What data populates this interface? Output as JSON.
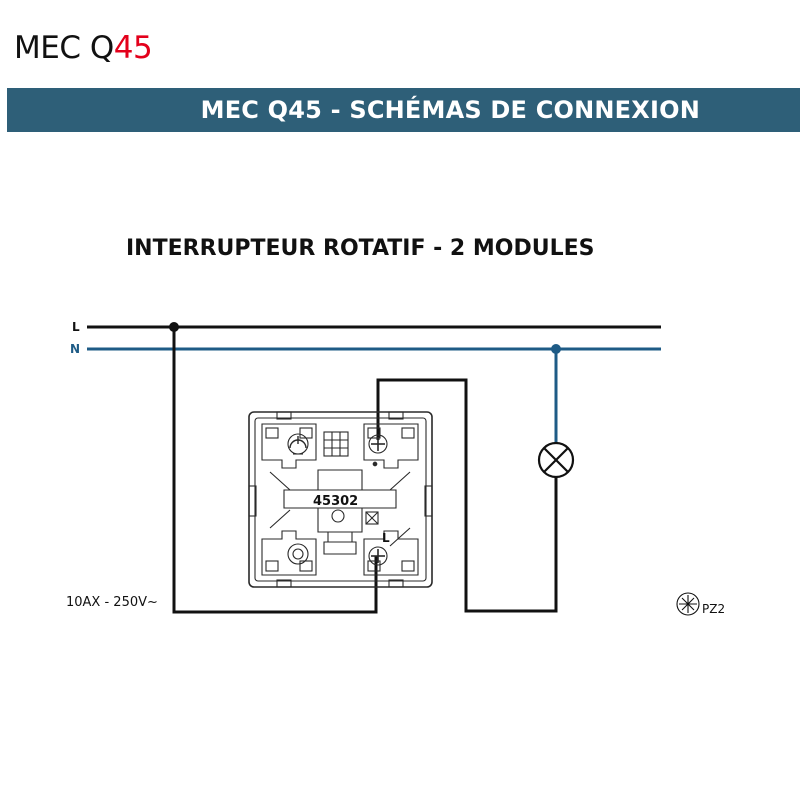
{
  "brand": {
    "prefix": "MEC Q",
    "accent": "45",
    "accent_color": "#e3001b"
  },
  "banner": {
    "title": "MEC Q45 - SCHÉMAS DE CONNEXION",
    "color": "#2e5f78"
  },
  "section_title": "INTERRUPTEUR ROTATIF - 2 MODULES",
  "diagram": {
    "line_label": "L",
    "neutral_label": "N",
    "product_code": "45302",
    "terminal_label": "L",
    "rating": "10AX - 250V~",
    "screwdriver": "PZ2",
    "colors": {
      "live": "#111111",
      "neutral": "#1e5b86"
    }
  }
}
